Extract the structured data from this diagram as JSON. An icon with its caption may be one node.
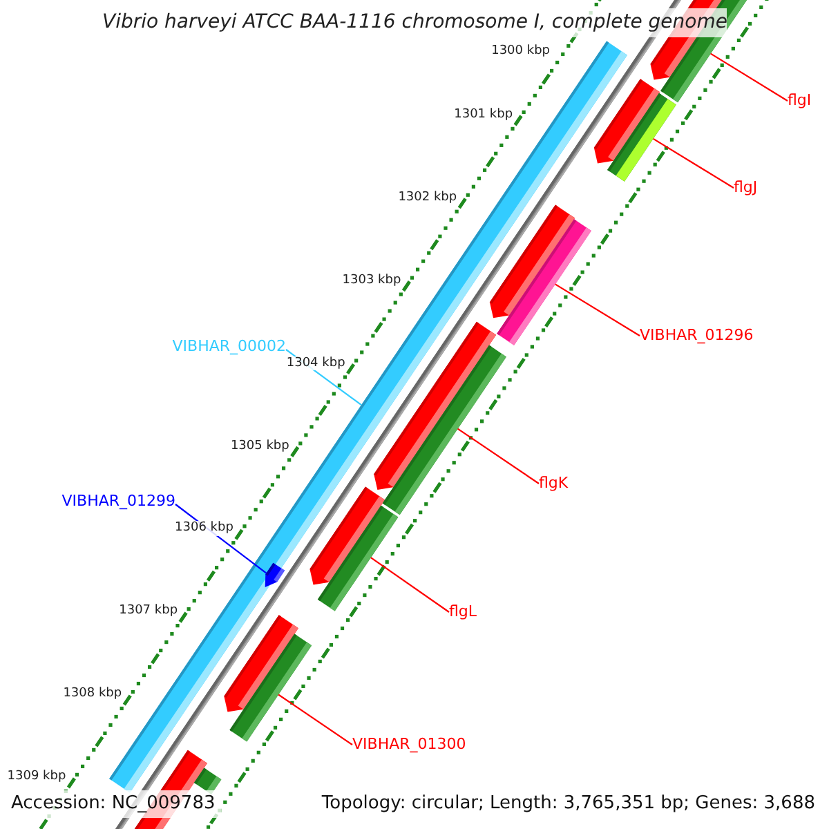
{
  "diagram": {
    "title": "Vibrio harveyi ATCC BAA-1116 chromosome I, complete genome",
    "nodes": [
      {
        "text": [
          "flgI"
        ]
      },
      {
        "text": [
          "flgJ"
        ]
      },
      {
        "text": [
          "VIBHAR_01296"
        ]
      },
      {
        "text": [
          "VIBHAR_00002"
        ]
      },
      {
        "text": [
          "flgK"
        ]
      },
      {
        "text": [
          "VIBHAR_01299"
        ]
      },
      {
        "text": [
          "flgL"
        ]
      },
      {
        "text": [
          "VIBHAR_01300"
        ]
      },
      {
        "text": [],
        "shape": "bar"
      },
      {
        "text": [],
        "shape": "bar"
      },
      {
        "text": [],
        "shape": "bar"
      },
      {
        "text": [],
        "shape": "bar"
      },
      {
        "text": [],
        "shape": "bar"
      },
      {
        "text": [],
        "shape": "bar"
      },
      {
        "text": [],
        "shape": "bar",
        "in": 8
      },
      {
        "text": [],
        "shape": "bar"
      },
      {
        "text": [],
        "shape": "bar"
      }
    ],
    "edges": [
      {
        "from": 0,
        "to": 9,
        "arrow": "none"
      },
      {
        "from": 1,
        "to": 10,
        "arrow": "none"
      },
      {
        "from": 2,
        "to": 11,
        "arrow": "none"
      },
      {
        "from": 3,
        "to": 8,
        "arrow": "none",
        "color": "#33ccff"
      },
      {
        "from": 4,
        "to": 12,
        "arrow": "none"
      },
      {
        "from": 5,
        "to": 14,
        "arrow": "none",
        "color": "#0000ff"
      },
      {
        "from": 6,
        "to": 13,
        "arrow": "none"
      },
      {
        "from": 7,
        "to": 15,
        "arrow": "none"
      }
    ],
    "labels": [
      "1300 kbp",
      "1301 kbp",
      "1302 kbp",
      "1303 kbp",
      "1304 kbp",
      "1305 kbp",
      "1306 kbp",
      "1307 kbp",
      "1308 kbp",
      "1309 kbp",
      "Accession: NC_009783",
      "Topology: circular; Length: 3,765,351 bp; Genes: 3,688"
    ]
  }
}
